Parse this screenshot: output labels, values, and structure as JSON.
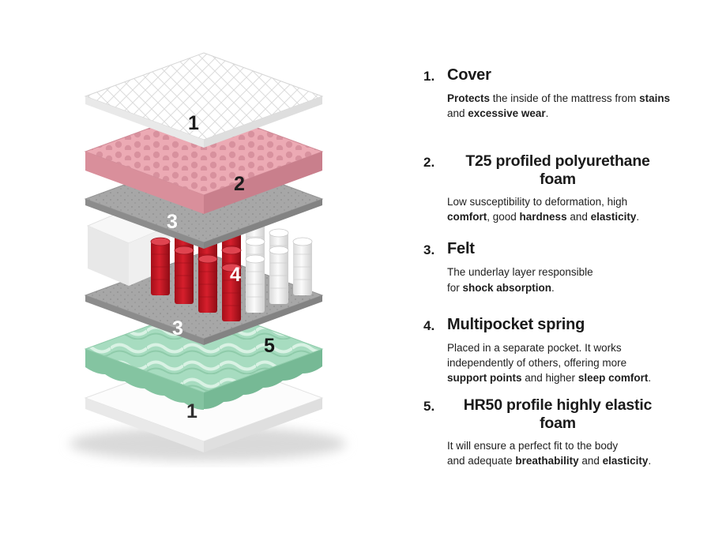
{
  "figure": {
    "callouts": [
      {
        "label": "1",
        "color": "#1c1c1c"
      },
      {
        "label": "2",
        "color": "#1c1c1c"
      },
      {
        "label": "3",
        "color": "#ffffff"
      },
      {
        "label": "4",
        "color": "#ffffff"
      },
      {
        "label": "3",
        "color": "#ffffff"
      },
      {
        "label": "5",
        "color": "#161616"
      },
      {
        "label": "1",
        "color": "#2f2f2f"
      }
    ],
    "palette": {
      "cover_white": "#f6f6f6",
      "foam_pink": "#ecaab4",
      "felt_gray": "#a7a7a7",
      "spring_red": "#c41420",
      "spring_white": "#f2f2f2",
      "foam_green": "#a7dcc0",
      "base_white": "#fcfcfc"
    }
  },
  "legend": {
    "items": [
      {
        "num": "1.",
        "title": "Cover",
        "desc": [
          {
            "t": "Protects",
            "b": true
          },
          {
            "t": " the inside of the mattress from ",
            "b": false
          },
          {
            "t": "stains",
            "b": true
          },
          {
            "br": true
          },
          {
            "t": "and ",
            "b": false
          },
          {
            "t": "excessive wear",
            "b": true
          },
          {
            "t": ".",
            "b": false
          }
        ]
      },
      {
        "num": "2.",
        "title": "T25 profiled polyurethane foam",
        "desc": [
          {
            "t": "Low susceptibility to deformation, high",
            "b": false
          },
          {
            "br": true
          },
          {
            "t": "comfort",
            "b": true
          },
          {
            "t": ", good ",
            "b": false
          },
          {
            "t": "hardness",
            "b": true
          },
          {
            "t": " and ",
            "b": false
          },
          {
            "t": "elasticity",
            "b": true
          },
          {
            "t": ".",
            "b": false
          }
        ]
      },
      {
        "num": "3.",
        "title": "Felt",
        "desc": [
          {
            "t": "The underlay layer responsible",
            "b": false
          },
          {
            "br": true
          },
          {
            "t": "for ",
            "b": false
          },
          {
            "t": "shock absorption",
            "b": true
          },
          {
            "t": ".",
            "b": false
          }
        ]
      },
      {
        "num": "4.",
        "title": "Multipocket spring",
        "desc": [
          {
            "t": "Placed in a separate pocket. It works",
            "b": false
          },
          {
            "br": true
          },
          {
            "t": "independently of others, offering more",
            "b": false
          },
          {
            "br": true
          },
          {
            "t": "support points",
            "b": true
          },
          {
            "t": " and higher ",
            "b": false
          },
          {
            "t": "sleep comfort",
            "b": true
          },
          {
            "t": ".",
            "b": false
          }
        ]
      },
      {
        "num": "5.",
        "title": "HR50 profile highly elastic foam",
        "desc": [
          {
            "t": "It will ensure a perfect fit to the body",
            "b": false
          },
          {
            "br": true
          },
          {
            "t": "and adequate ",
            "b": false
          },
          {
            "t": "breathability",
            "b": true
          },
          {
            "t": " and ",
            "b": false
          },
          {
            "t": "elasticity",
            "b": true
          },
          {
            "t": ".",
            "b": false
          }
        ]
      }
    ]
  }
}
